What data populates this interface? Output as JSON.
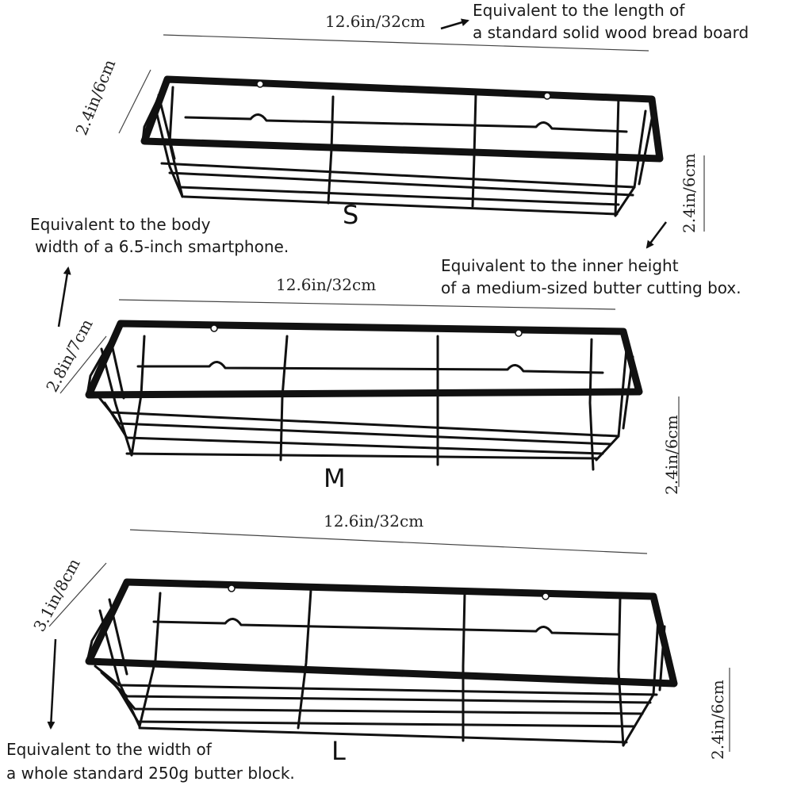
{
  "colors": {
    "ink": "#111111",
    "background": "#ffffff",
    "label": "#222222"
  },
  "baskets": [
    {
      "size_label": "S",
      "length_label": "12.6in/32cm",
      "depth_label": "2.4in/6cm",
      "height_label": "2.4in/6cm"
    },
    {
      "size_label": "M",
      "length_label": "12.6in/32cm",
      "depth_label": "2.8in/7cm",
      "height_label": "2.4in/6cm"
    },
    {
      "size_label": "L",
      "length_label": "12.6in/32cm",
      "depth_label": "3.1in/8cm",
      "height_label": "2.4in/6cm"
    }
  ],
  "notes": {
    "length": [
      "Equivalent to the length of",
      "a standard solid wood bread board"
    ],
    "width_phone": [
      "Equivalent to the body",
      "width of a 6.5-inch smartphone."
    ],
    "inner_height": [
      "Equivalent to the inner height",
      "of a medium-sized butter cutting box."
    ],
    "butter_block": [
      "Equivalent to the width of",
      "a whole standard 250g butter block."
    ]
  }
}
